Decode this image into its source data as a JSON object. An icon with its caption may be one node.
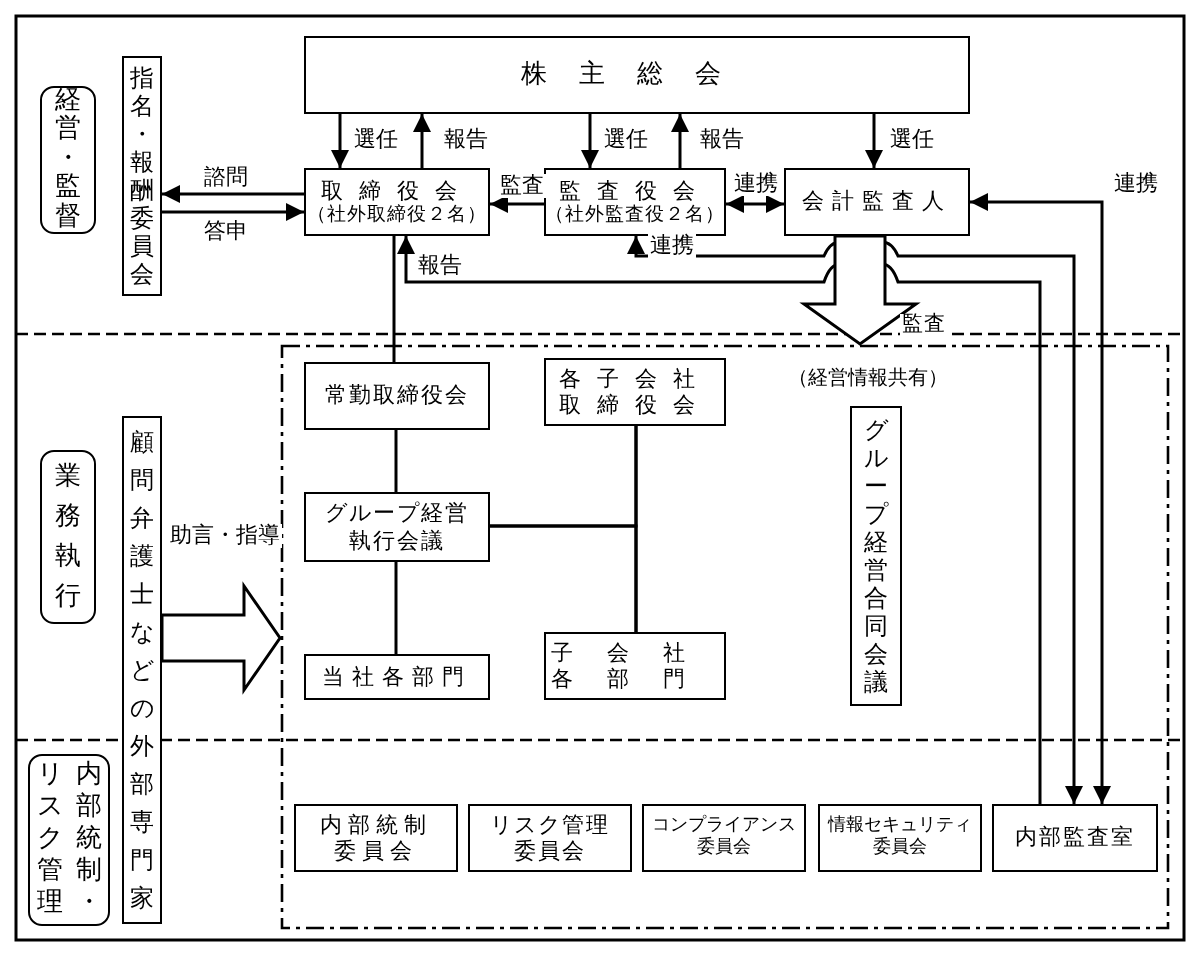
{
  "diagram": {
    "nodes": [
      {
        "text": [
          "経営・監督"
        ]
      },
      {
        "text": [
          "指名・報酬委員会"
        ]
      },
      {
        "text": [
          "株主総会"
        ]
      },
      {
        "text": [
          "取締役会",
          "（社外取締役２名）"
        ]
      },
      {
        "text": [
          "監査役会",
          "（社外監査役２名）"
        ]
      },
      {
        "text": [
          "会計監査人"
        ]
      },
      {
        "text": [
          "業務執行"
        ]
      },
      {
        "text": [
          "顧問弁護士などの外部専門家"
        ]
      },
      {
        "text": [],
        "shape": "box"
      },
      {
        "text": [
          "常勤取締役会"
        ],
        "in": 8
      },
      {
        "text": [
          "各子会社取締役会"
        ],
        "in": 8
      },
      {
        "text": [
          "グループ経営合同会議"
        ],
        "beside": [
          "（経営情報共有）"
        ],
        "in": 8
      },
      {
        "text": [
          "グループ経営執行会議"
        ],
        "in": 8
      },
      {
        "text": [
          "当社各部門"
        ],
        "in": 8
      },
      {
        "text": [
          "子会社各部門"
        ],
        "in": 8
      },
      {
        "text": [
          "内部統制・リスク管理"
        ]
      },
      {
        "text": [
          "内部統制委員会"
        ],
        "in": 8
      },
      {
        "text": [
          "リスク管理委員会"
        ],
        "in": 8
      },
      {
        "text": [
          "コンプライアンス委員会"
        ],
        "in": 8
      },
      {
        "text": [
          "情報セキュリティ委員会"
        ],
        "in": 8
      },
      {
        "text": [
          "内部監査室"
        ],
        "in": 8
      }
    ],
    "edges": [
      {
        "from": 2,
        "to": 3,
        "arrow": "to",
        "label": "選任"
      },
      {
        "from": 3,
        "to": 2,
        "arrow": "to",
        "label": "報告"
      },
      {
        "from": 2,
        "to": 4,
        "arrow": "to",
        "label": "選任"
      },
      {
        "from": 4,
        "to": 2,
        "arrow": "to",
        "label": "報告"
      },
      {
        "from": 2,
        "to": 5,
        "arrow": "to",
        "label": "選任"
      },
      {
        "from": 3,
        "to": 1,
        "arrow": "to",
        "label": "諮問"
      },
      {
        "from": 1,
        "to": 3,
        "arrow": "to",
        "label": "答申"
      },
      {
        "from": 4,
        "to": 3,
        "arrow": "to",
        "label": "監査"
      },
      {
        "from": 4,
        "to": 5,
        "arrow": "both",
        "label": "連携"
      },
      {
        "from": 20,
        "to": 3,
        "arrow": "to",
        "label": "報告"
      },
      {
        "from": 4,
        "to": 20,
        "arrow": "both",
        "label": "連携"
      },
      {
        "from": 5,
        "to": 20,
        "arrow": "both",
        "label": "連携"
      },
      {
        "from": 3,
        "to": 9,
        "arrow": "none"
      },
      {
        "from": 9,
        "to": 12,
        "arrow": "none"
      },
      {
        "from": 12,
        "to": 13,
        "arrow": "none"
      },
      {
        "from": 12,
        "to": 10,
        "arrow": "none"
      },
      {
        "from": 12,
        "to": 14,
        "arrow": "none"
      },
      {
        "from": 10,
        "to": 14,
        "arrow": "none"
      },
      {
        "from": 5,
        "to": 8,
        "arrow": "to",
        "label": "監査"
      },
      {
        "from": 7,
        "to": 8,
        "arrow": "to",
        "label": "助言・指導"
      }
    ]
  }
}
